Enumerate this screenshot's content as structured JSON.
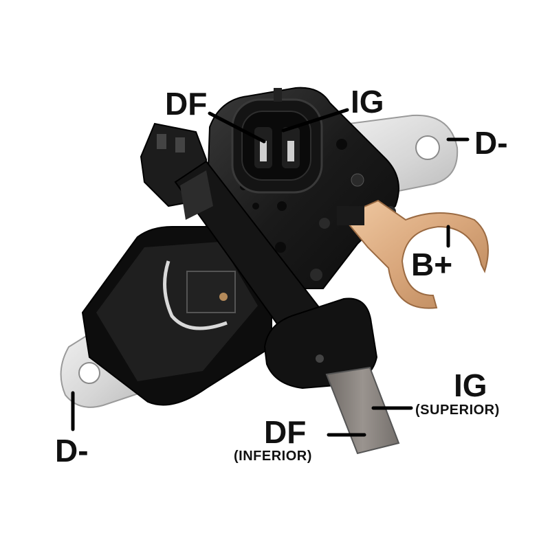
{
  "labels": {
    "df_top": "DF",
    "ig_top": "IG",
    "d_minus_right": "D-",
    "b_plus": "B+",
    "ig_bottom": "IG",
    "superior": "(SUPERIOR)",
    "df_bottom": "DF",
    "inferior": "(INFERIOR)",
    "d_minus_left": "D-"
  },
  "colors": {
    "housing": "#1b1b1b",
    "bracket": "#dcdcdc",
    "copper": "#d9a77c",
    "brush": "#8a8480",
    "text": "#111111"
  }
}
